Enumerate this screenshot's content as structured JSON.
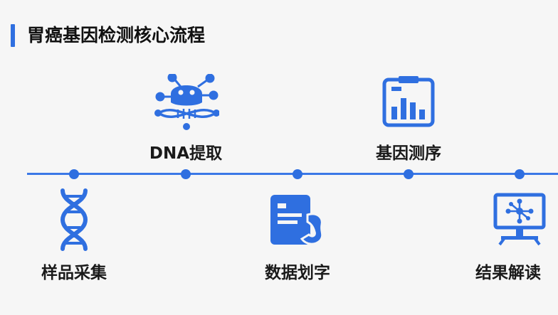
{
  "title": "胃癌基因检测核心流程",
  "colors": {
    "accent": "#2f6fe0",
    "text": "#111111",
    "background": "#f6f6f6"
  },
  "steps": [
    {
      "label": "样品采集",
      "icon": "dna-helix-icon",
      "position": "below"
    },
    {
      "label": "DNA提取",
      "icon": "dna-extraction-icon",
      "position": "above"
    },
    {
      "label": "数据划字",
      "icon": "data-document-icon",
      "position": "below"
    },
    {
      "label": "基因测序",
      "icon": "bar-chart-report-icon",
      "position": "above"
    },
    {
      "label": "结果解读",
      "icon": "network-monitor-icon",
      "position": "below"
    }
  ]
}
